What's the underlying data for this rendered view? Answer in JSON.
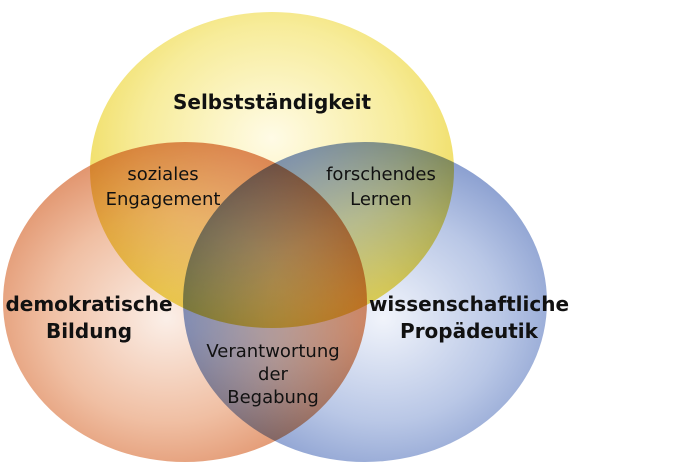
{
  "diagram": {
    "circles": {
      "top": {
        "label": "Selbstständigkeit",
        "color": "#f2dd58"
      },
      "left": {
        "label_line1": "demokratische",
        "label_line2": "Bildung",
        "color": "#e08a5e"
      },
      "right": {
        "label_line1": "wissenschaftliche",
        "label_line2": "Propädeutik",
        "color": "#7e97cc"
      }
    },
    "overlaps": {
      "top_left": {
        "line1": "soziales",
        "line2": "Engagement"
      },
      "top_right": {
        "line1": "forschendes",
        "line2": "Lernen"
      },
      "left_right": {
        "line1": "Verantwortung",
        "line2": "der",
        "line3": "Begabung"
      }
    }
  }
}
